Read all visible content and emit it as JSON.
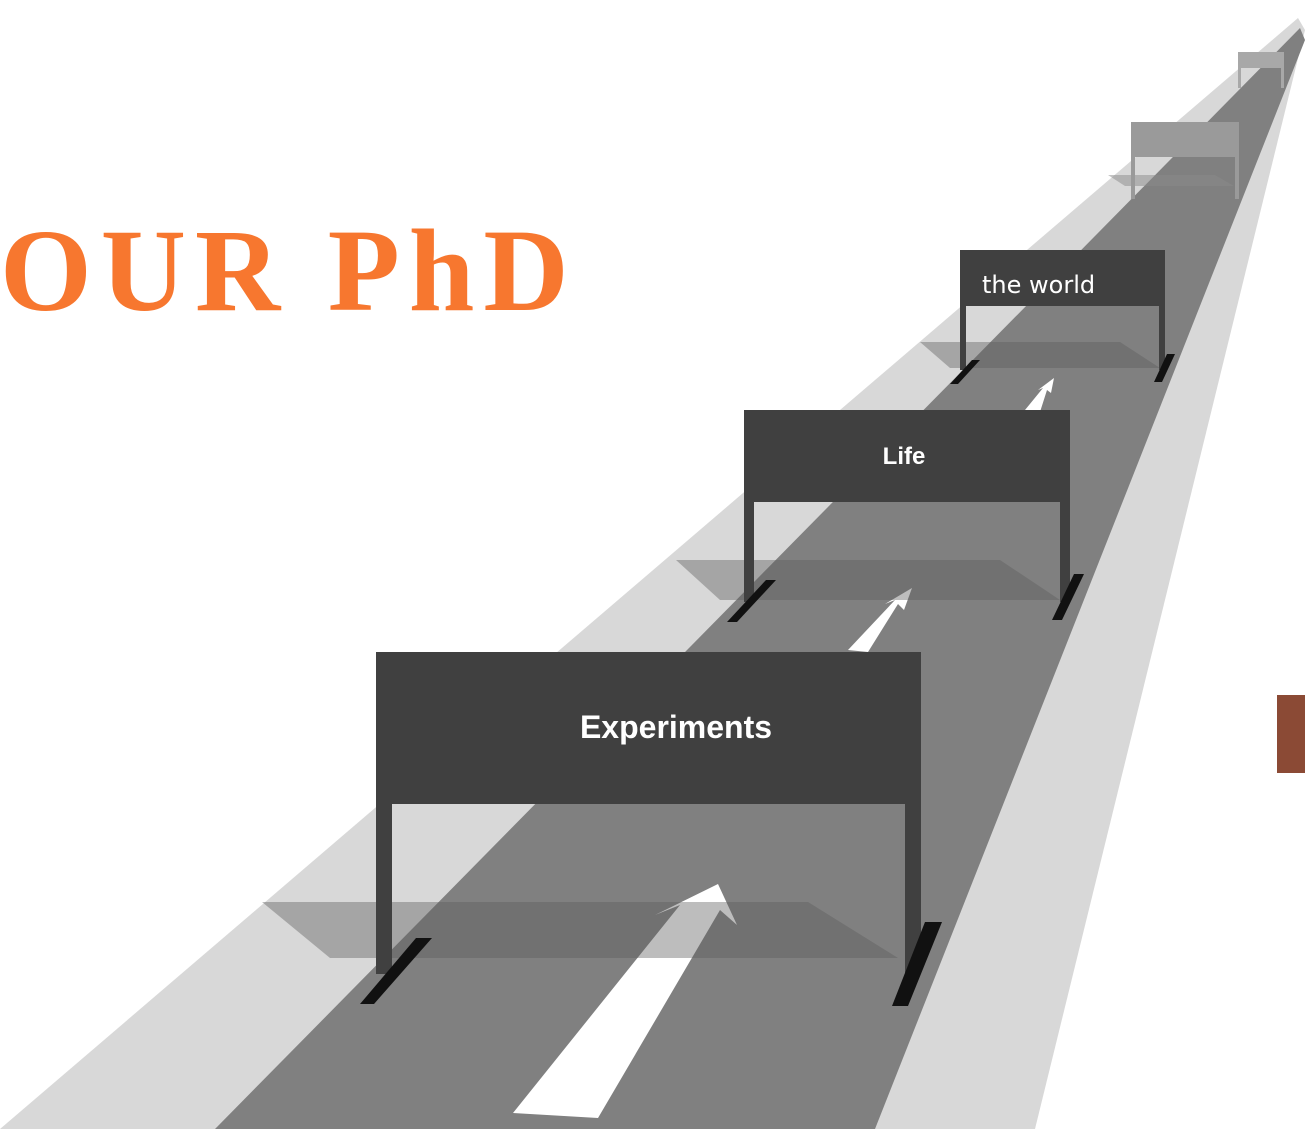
{
  "title": "OUR PhD",
  "hurdles": [
    {
      "label": "Experiments"
    },
    {
      "label": "Life"
    },
    {
      "label": "the world"
    }
  ],
  "colors": {
    "title": "#f7772f",
    "road": "#808080",
    "shoulder": "#d8d8d8",
    "hurdle": "#404040",
    "arrow": "#ffffff",
    "edge_tab": "#8b4a35"
  }
}
